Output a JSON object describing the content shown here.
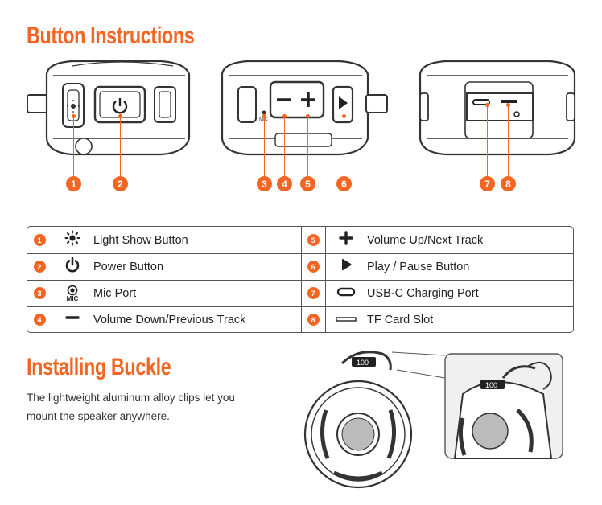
{
  "headings": {
    "button_instructions": "Button Instructions",
    "installing_buckle": "Installing Buckle"
  },
  "markers": [
    "1",
    "2",
    "3",
    "4",
    "5",
    "6",
    "7",
    "8"
  ],
  "speaker_mic_label": "MIC",
  "legend": [
    {
      "num": "1",
      "icon": "sun-icon",
      "label": "Light Show Button"
    },
    {
      "num": "2",
      "icon": "power-icon",
      "label": "Power Button"
    },
    {
      "num": "3",
      "icon": "mic-icon",
      "icon_text": "MIC",
      "label": "Mic Port"
    },
    {
      "num": "4",
      "icon": "minus-icon",
      "label": "Volume Down/Previous Track"
    },
    {
      "num": "5",
      "icon": "plus-icon",
      "label": "Volume Up/Next Track"
    },
    {
      "num": "6",
      "icon": "play-icon",
      "label": "Play / Pause Button"
    },
    {
      "num": "7",
      "icon": "usb-c-icon",
      "label": "USB-C Charging Port"
    },
    {
      "num": "8",
      "icon": "tf-card-icon",
      "label": "TF Card Slot"
    }
  ],
  "buckle_text": "The lightweight aluminum alloy clips let you mount the speaker anywhere.",
  "speaker_display": "100",
  "colors": {
    "accent": "#f26522",
    "text": "#222222",
    "line": "#555555"
  }
}
